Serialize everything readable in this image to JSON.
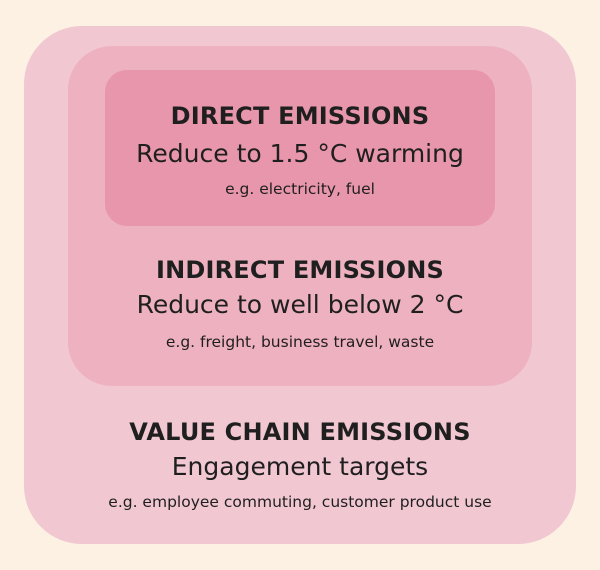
{
  "diagram": {
    "colors": {
      "background": "#fdf1e3",
      "value_chain_box": "#f1c7d2",
      "indirect_box": "#eeb1c0",
      "direct_box": "#e896ab"
    },
    "levels": [
      {
        "title": "DIRECT EMISSIONS",
        "target": "Reduce to 1.5 °C warming",
        "example": "e.g. electricity, fuel"
      },
      {
        "title": "INDIRECT EMISSIONS",
        "target": "Reduce to well below 2 °C",
        "example": "e.g. freight, business travel, waste"
      },
      {
        "title": "VALUE CHAIN EMISSIONS",
        "target": "Engagement targets",
        "example": "e.g. employee commuting, customer product use"
      }
    ]
  }
}
